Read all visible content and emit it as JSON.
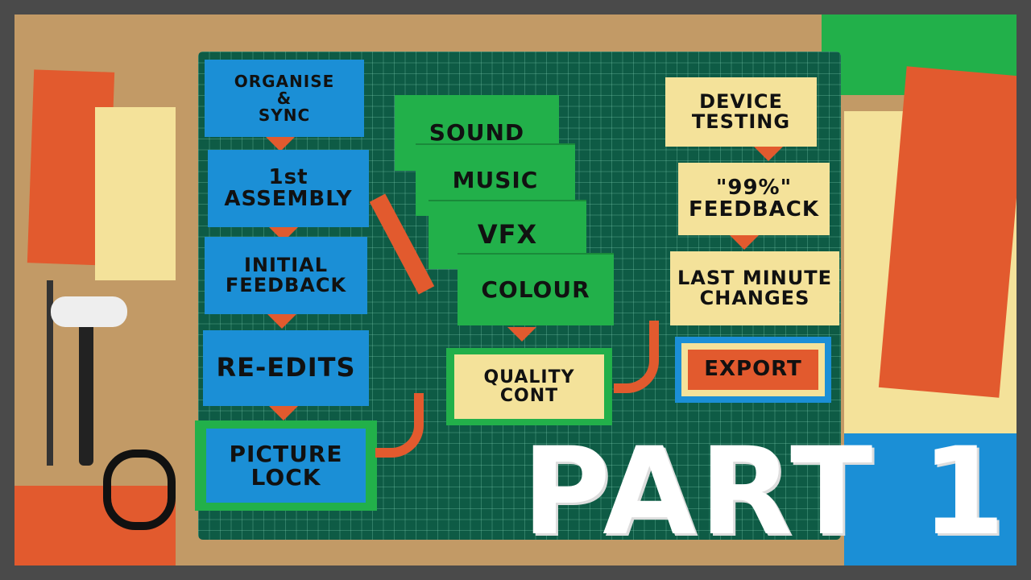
{
  "flow_left": [
    {
      "lines": [
        "ORGANISE",
        "&",
        "SYNC"
      ]
    },
    {
      "lines": [
        "1st ASSEMBLY"
      ]
    },
    {
      "lines": [
        "INITIAL",
        "FEEDBACK"
      ]
    },
    {
      "lines": [
        "RE-EDITS"
      ]
    },
    {
      "lines": [
        "PICTURE",
        "LOCK"
      ]
    }
  ],
  "flow_middle": [
    {
      "lines": [
        "SOUND"
      ]
    },
    {
      "lines": [
        "MUSIC"
      ]
    },
    {
      "lines": [
        "VFX"
      ]
    },
    {
      "lines": [
        "COLOUR"
      ]
    },
    {
      "lines": [
        "QUALITY",
        "CONT"
      ]
    }
  ],
  "flow_right": [
    {
      "lines": [
        "DEVICE",
        "TESTING"
      ]
    },
    {
      "lines": [
        "\"99%\"",
        "FEEDBACK"
      ]
    },
    {
      "lines": [
        "LAST MINUTE",
        "CHANGES"
      ]
    },
    {
      "lines": [
        "EXPORT"
      ]
    }
  ],
  "overlay_title": "PART 1",
  "colors": {
    "blue": "#1b8fd6",
    "green": "#22b04a",
    "yellow": "#f4e29a",
    "orange": "#e25a2e",
    "mat": "#0e5b45"
  }
}
